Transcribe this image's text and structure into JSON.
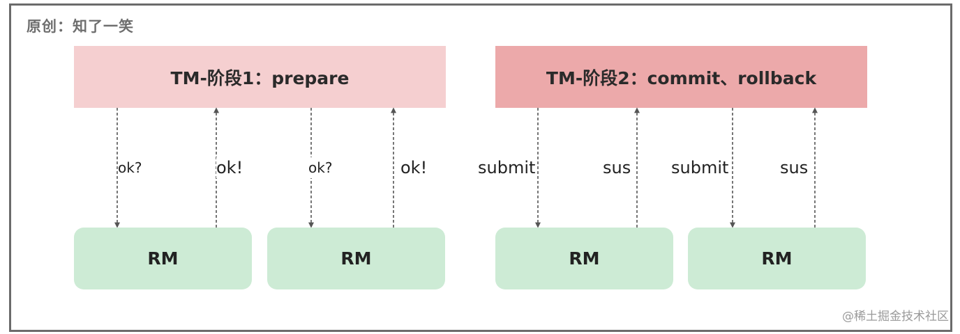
{
  "author_label": "原创：知了一笑",
  "phase1": {
    "title": "TM-阶段1：prepare",
    "request_label": "ok?",
    "response_label": "ok!",
    "participants": [
      "RM",
      "RM"
    ]
  },
  "phase2": {
    "title": "TM-阶段2：commit、rollback",
    "request_label": "submit",
    "response_label": "sus",
    "participants": [
      "RM",
      "RM"
    ]
  },
  "watermark": "@稀土掘金技术社区",
  "colors": {
    "phase1_fill": "#f5cfd0",
    "phase2_fill": "#eca9aa",
    "rm_fill": "#cdebd5",
    "arrow": "#555555"
  }
}
